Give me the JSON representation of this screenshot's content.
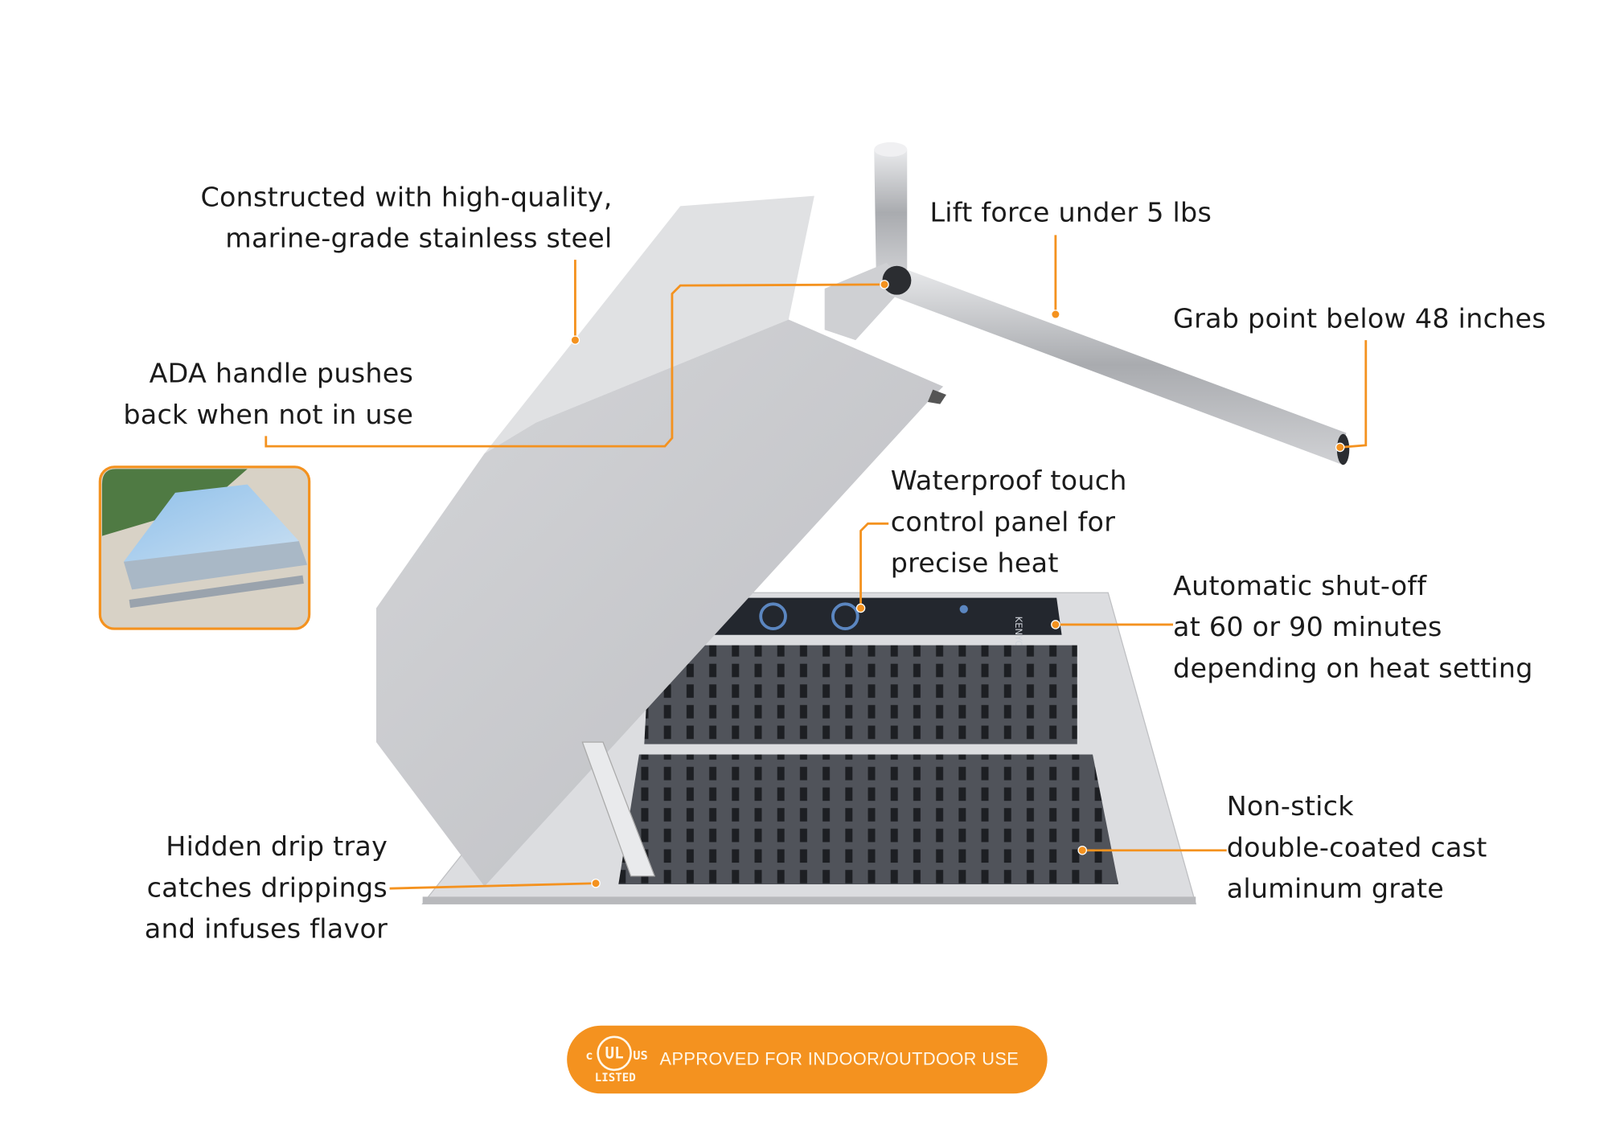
{
  "brand": "KENYON",
  "colors": {
    "accent": "#f4921f",
    "text": "#1b1b1b",
    "steel": "#c9cacd",
    "grate": "#3a3d42"
  },
  "callouts": {
    "steel": [
      "Constructed with high-quality,",
      "marine-grade stainless steel"
    ],
    "lift": [
      "Lift force under 5 lbs"
    ],
    "grab": [
      "Grab point below 48 inches"
    ],
    "ada": [
      "ADA handle pushes",
      "back when not in use"
    ],
    "touch": [
      "Waterproof touch",
      "control panel for",
      "precise heat"
    ],
    "shutoff": [
      "Automatic shut-off",
      "at 60 or 90 minutes",
      "depending on heat setting"
    ],
    "grate": [
      "Non-stick",
      "double-coated cast",
      "aluminum grate"
    ],
    "drip": [
      "Hidden drip tray",
      "catches drippings",
      "and infuses flavor"
    ]
  },
  "badge": {
    "cert_c": "c",
    "cert_ul": "UL",
    "cert_us": "US",
    "cert_listed": "LISTED",
    "text": "APPROVED FOR INDOOR/OUTDOOR USE"
  }
}
